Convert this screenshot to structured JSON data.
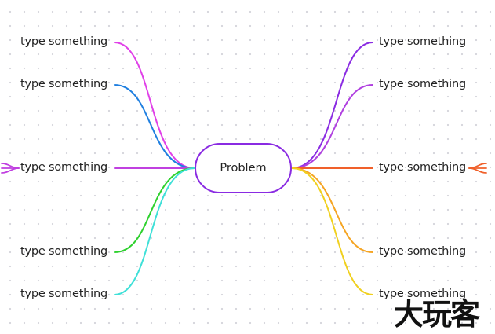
{
  "center": {
    "label": "Problem",
    "border_color": "#8a2be2"
  },
  "left_branches": [
    {
      "label": "type something",
      "color": "#e040e8"
    },
    {
      "label": "type something",
      "color": "#1f7fe0"
    },
    {
      "label": "type something",
      "color": "#c040e0",
      "collapse_marker": true
    },
    {
      "label": "type something",
      "color": "#2ed12e"
    },
    {
      "label": "type something",
      "color": "#40e0d8"
    }
  ],
  "right_branches": [
    {
      "label": "type something",
      "color": "#8a2be2"
    },
    {
      "label": "type something",
      "color": "#b040e0"
    },
    {
      "label": "type something",
      "color": "#f0602a",
      "collapse_marker": true
    },
    {
      "label": "type something",
      "color": "#f5a524"
    },
    {
      "label": "type something",
      "color": "#f0d020"
    }
  ],
  "watermark": {
    "text": "大玩客",
    "icon": "watermark-logo"
  }
}
